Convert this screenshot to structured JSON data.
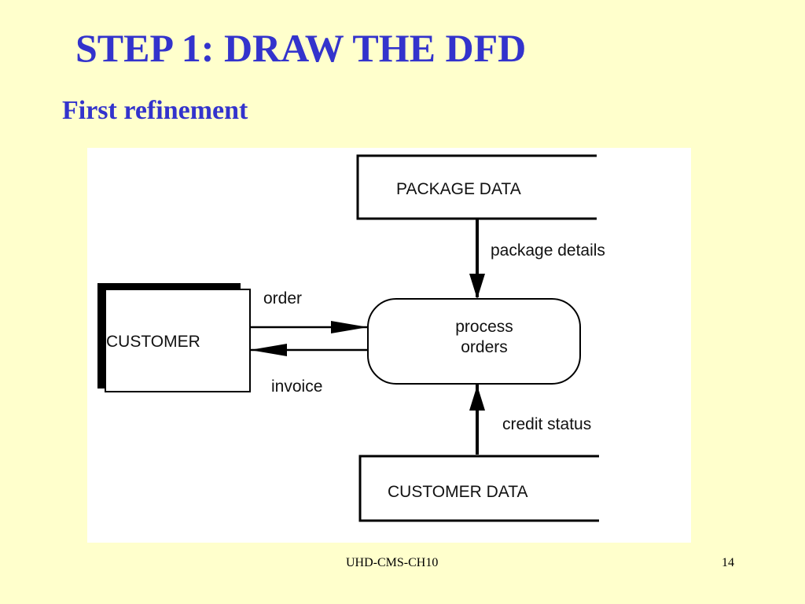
{
  "slide": {
    "title": "STEP 1: DRAW THE DFD",
    "subtitle": "First refinement",
    "footer_center": "UHD-CMS-CH10",
    "page_number": "14"
  },
  "diagram": {
    "external_entity": "CUSTOMER",
    "process": [
      "process",
      "orders"
    ],
    "data_stores": {
      "top": "PACKAGE DATA",
      "bottom": "CUSTOMER DATA"
    },
    "flows": {
      "order": "order",
      "invoice": "invoice",
      "package_details": "package details",
      "credit_status": "credit status"
    }
  }
}
